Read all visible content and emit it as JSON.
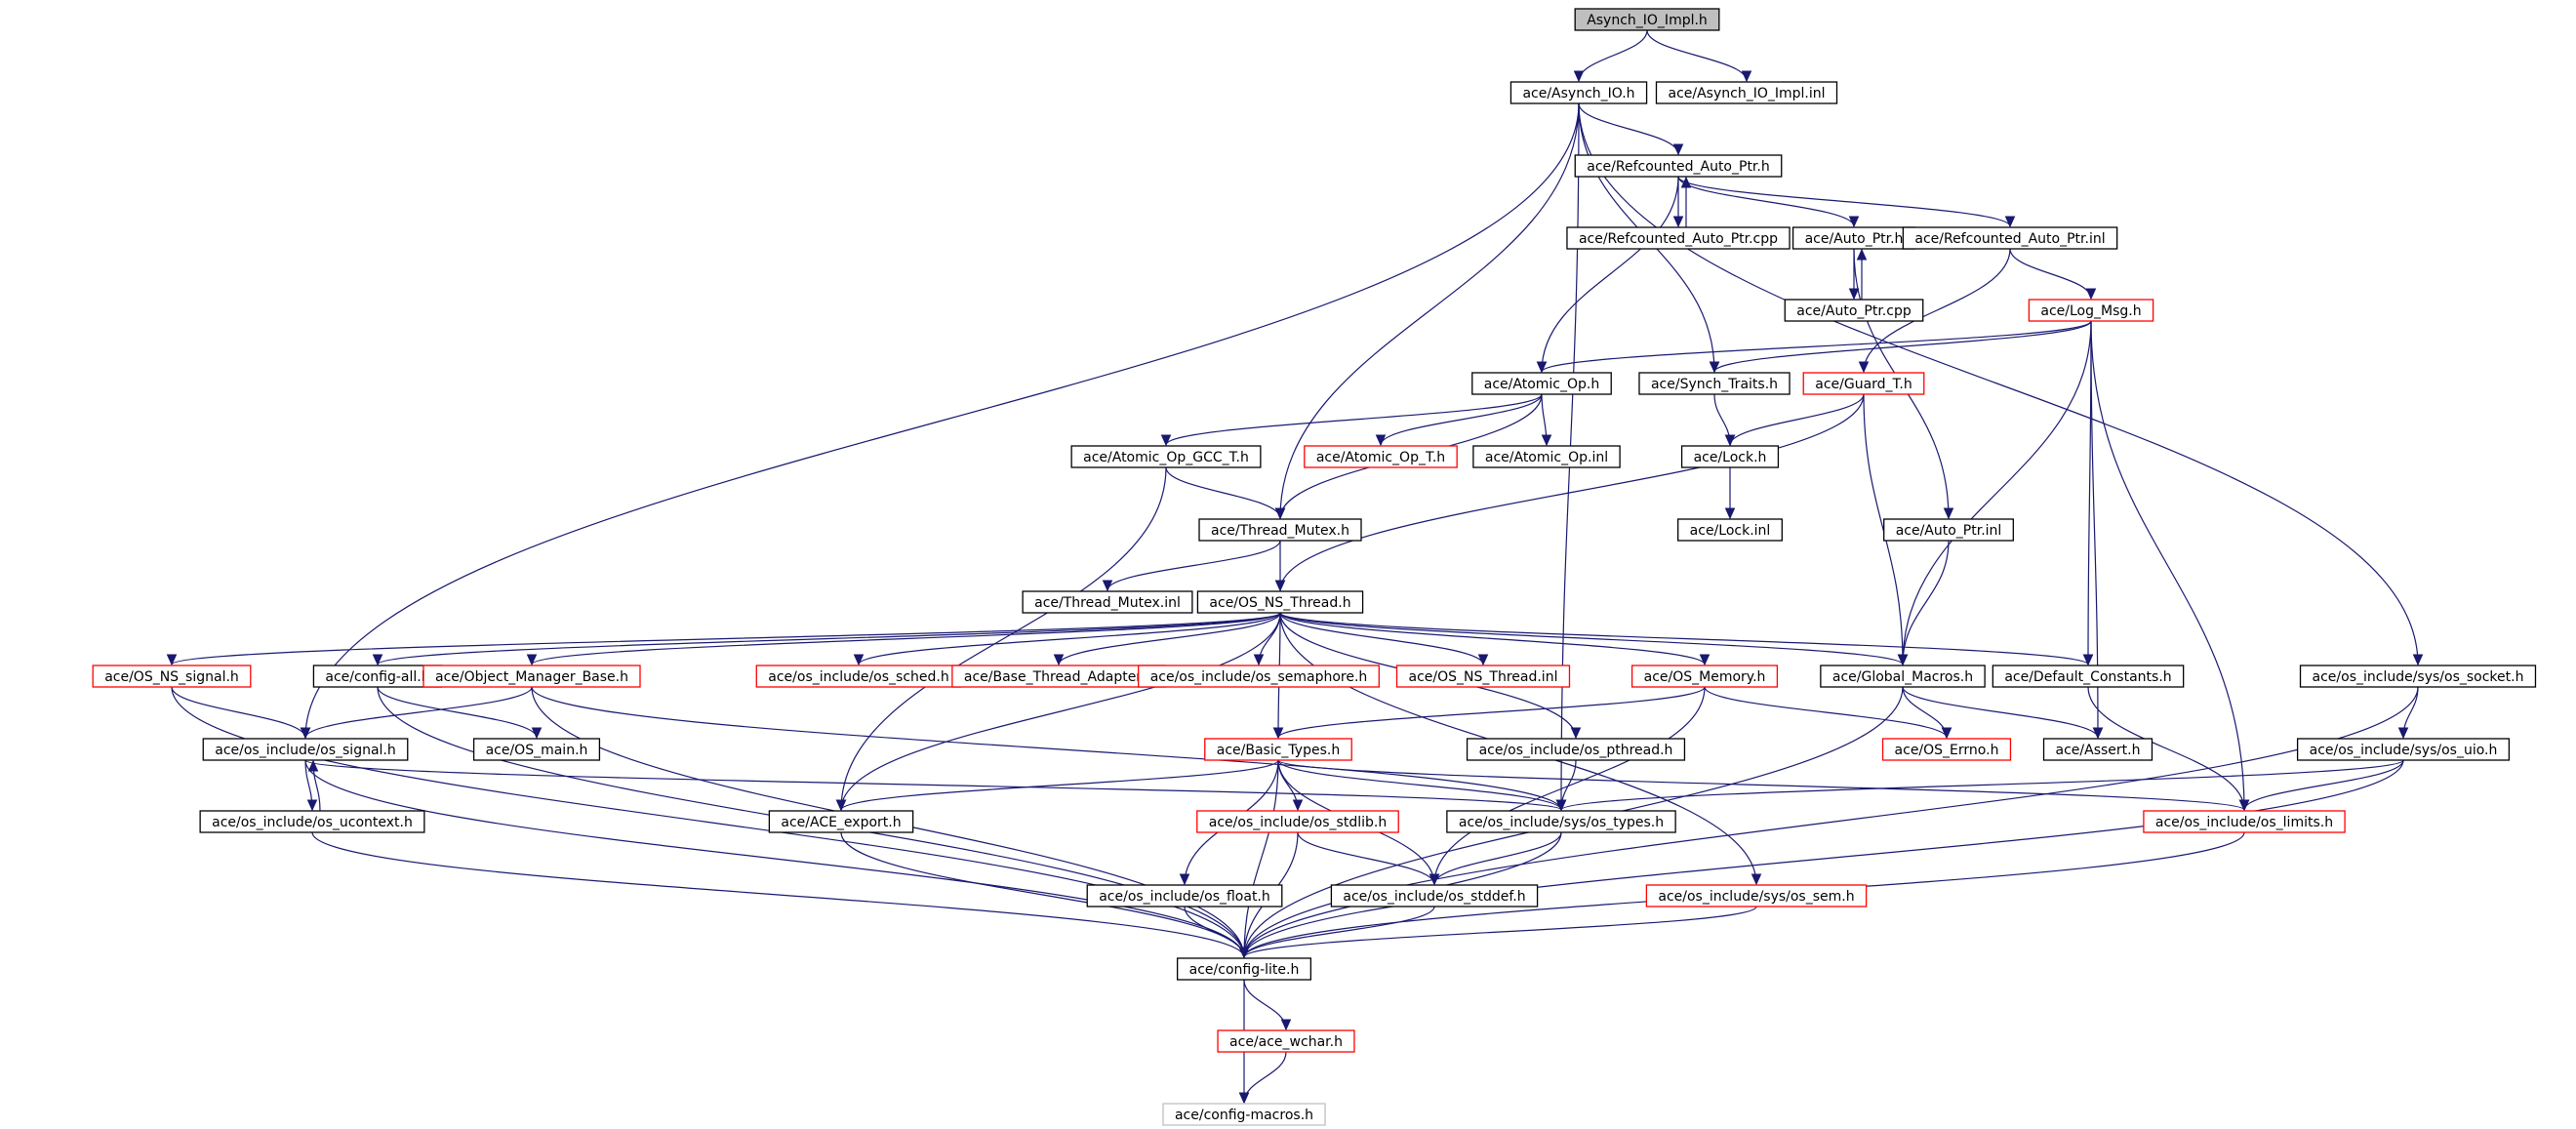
{
  "colors": {
    "edge": "#191970",
    "incomplete_border": "#ff0000",
    "root_fill": "#bfbfbf",
    "grey_border": "#bfbfbf"
  },
  "nodes": {
    "n0": {
      "label": "Asynch_IO_Impl.h",
      "kind": "root"
    },
    "n1": {
      "label": "ace/Asynch_IO.h",
      "kind": "normal"
    },
    "n2": {
      "label": "ace/Asynch_IO_Impl.inl",
      "kind": "normal"
    },
    "n3": {
      "label": "ace/Refcounted_Auto_Ptr.h",
      "kind": "normal"
    },
    "n4": {
      "label": "ace/Refcounted_Auto_Ptr.cpp",
      "kind": "normal"
    },
    "n5": {
      "label": "ace/Auto_Ptr.h",
      "kind": "normal"
    },
    "n6": {
      "label": "ace/Refcounted_Auto_Ptr.inl",
      "kind": "normal"
    },
    "n7": {
      "label": "ace/Auto_Ptr.cpp",
      "kind": "normal"
    },
    "n8": {
      "label": "ace/Log_Msg.h",
      "kind": "incomplete"
    },
    "n9": {
      "label": "ace/Atomic_Op.h",
      "kind": "normal"
    },
    "n10": {
      "label": "ace/Synch_Traits.h",
      "kind": "normal"
    },
    "n11": {
      "label": "ace/Guard_T.h",
      "kind": "incomplete"
    },
    "n12": {
      "label": "ace/Atomic_Op_GCC_T.h",
      "kind": "normal"
    },
    "n13": {
      "label": "ace/Atomic_Op_T.h",
      "kind": "incomplete"
    },
    "n14": {
      "label": "ace/Atomic_Op.inl",
      "kind": "normal"
    },
    "n15": {
      "label": "ace/Lock.h",
      "kind": "normal"
    },
    "n16": {
      "label": "ace/Thread_Mutex.h",
      "kind": "normal"
    },
    "n17": {
      "label": "ace/Lock.inl",
      "kind": "normal"
    },
    "n18": {
      "label": "ace/Auto_Ptr.inl",
      "kind": "normal"
    },
    "n19": {
      "label": "ace/Thread_Mutex.inl",
      "kind": "normal"
    },
    "n20": {
      "label": "ace/OS_NS_Thread.h",
      "kind": "normal"
    },
    "n21": {
      "label": "ace/OS_NS_signal.h",
      "kind": "incomplete"
    },
    "n22": {
      "label": "ace/config-all.h",
      "kind": "normal"
    },
    "n23": {
      "label": "ace/Object_Manager_Base.h",
      "kind": "incomplete"
    },
    "n24": {
      "label": "ace/os_include/os_sched.h",
      "kind": "incomplete"
    },
    "n25": {
      "label": "ace/Base_Thread_Adapter.h",
      "kind": "incomplete"
    },
    "n26": {
      "label": "ace/os_include/os_semaphore.h",
      "kind": "incomplete"
    },
    "n27": {
      "label": "ace/OS_NS_Thread.inl",
      "kind": "incomplete"
    },
    "n28": {
      "label": "ace/OS_Memory.h",
      "kind": "incomplete"
    },
    "n29": {
      "label": "ace/Global_Macros.h",
      "kind": "normal"
    },
    "n30": {
      "label": "ace/Default_Constants.h",
      "kind": "normal"
    },
    "n31": {
      "label": "ace/os_include/sys/os_socket.h",
      "kind": "normal"
    },
    "n32": {
      "label": "ace/os_include/os_signal.h",
      "kind": "normal"
    },
    "n33": {
      "label": "ace/OS_main.h",
      "kind": "normal"
    },
    "n34": {
      "label": "ace/Basic_Types.h",
      "kind": "incomplete"
    },
    "n35": {
      "label": "ace/os_include/os_pthread.h",
      "kind": "normal"
    },
    "n36": {
      "label": "ace/OS_Errno.h",
      "kind": "incomplete"
    },
    "n37": {
      "label": "ace/Assert.h",
      "kind": "normal"
    },
    "n38": {
      "label": "ace/os_include/sys/os_uio.h",
      "kind": "normal"
    },
    "n39": {
      "label": "ace/os_include/os_ucontext.h",
      "kind": "normal"
    },
    "n40": {
      "label": "ace/ACE_export.h",
      "kind": "normal"
    },
    "n41": {
      "label": "ace/os_include/os_stdlib.h",
      "kind": "incomplete"
    },
    "n42": {
      "label": "ace/os_include/sys/os_types.h",
      "kind": "normal"
    },
    "n43": {
      "label": "ace/os_include/os_limits.h",
      "kind": "incomplete"
    },
    "n44": {
      "label": "ace/os_include/os_float.h",
      "kind": "normal"
    },
    "n45": {
      "label": "ace/os_include/os_stddef.h",
      "kind": "normal"
    },
    "n46": {
      "label": "ace/os_include/sys/os_sem.h",
      "kind": "incomplete"
    },
    "n47": {
      "label": "ace/config-lite.h",
      "kind": "normal"
    },
    "n48": {
      "label": "ace/ace_wchar.h",
      "kind": "incomplete"
    },
    "n49": {
      "label": "ace/config-macros.h",
      "kind": "grey"
    }
  },
  "edges": [
    [
      "n0",
      "n1"
    ],
    [
      "n0",
      "n2"
    ],
    [
      "n1",
      "n3"
    ],
    [
      "n1",
      "n10"
    ],
    [
      "n1",
      "n16"
    ],
    [
      "n1",
      "n32"
    ],
    [
      "n1",
      "n31"
    ],
    [
      "n1",
      "n42"
    ],
    [
      "n3",
      "n4"
    ],
    [
      "n4",
      "n3"
    ],
    [
      "n3",
      "n5"
    ],
    [
      "n3",
      "n6"
    ],
    [
      "n3",
      "n9"
    ],
    [
      "n5",
      "n7"
    ],
    [
      "n7",
      "n5"
    ],
    [
      "n5",
      "n18"
    ],
    [
      "n6",
      "n8"
    ],
    [
      "n6",
      "n11"
    ],
    [
      "n8",
      "n9"
    ],
    [
      "n8",
      "n10"
    ],
    [
      "n8",
      "n29"
    ],
    [
      "n8",
      "n30"
    ],
    [
      "n8",
      "n37"
    ],
    [
      "n8",
      "n43"
    ],
    [
      "n9",
      "n12"
    ],
    [
      "n9",
      "n13"
    ],
    [
      "n9",
      "n14"
    ],
    [
      "n9",
      "n16"
    ],
    [
      "n10",
      "n15"
    ],
    [
      "n11",
      "n15"
    ],
    [
      "n11",
      "n20"
    ],
    [
      "n11",
      "n29"
    ],
    [
      "n12",
      "n16"
    ],
    [
      "n12",
      "n40"
    ],
    [
      "n15",
      "n17"
    ],
    [
      "n18",
      "n29"
    ],
    [
      "n16",
      "n19"
    ],
    [
      "n16",
      "n20"
    ],
    [
      "n20",
      "n21"
    ],
    [
      "n20",
      "n22"
    ],
    [
      "n20",
      "n23"
    ],
    [
      "n20",
      "n24"
    ],
    [
      "n20",
      "n25"
    ],
    [
      "n20",
      "n26"
    ],
    [
      "n20",
      "n27"
    ],
    [
      "n20",
      "n28"
    ],
    [
      "n20",
      "n29"
    ],
    [
      "n20",
      "n30"
    ],
    [
      "n20",
      "n34"
    ],
    [
      "n20",
      "n35"
    ],
    [
      "n20",
      "n40"
    ],
    [
      "n20",
      "n46"
    ],
    [
      "n21",
      "n32"
    ],
    [
      "n21",
      "n47"
    ],
    [
      "n22",
      "n33"
    ],
    [
      "n22",
      "n47"
    ],
    [
      "n23",
      "n32"
    ],
    [
      "n23",
      "n42"
    ],
    [
      "n23",
      "n47"
    ],
    [
      "n28",
      "n34"
    ],
    [
      "n28",
      "n36"
    ],
    [
      "n28",
      "n45"
    ],
    [
      "n29",
      "n36"
    ],
    [
      "n29",
      "n37"
    ],
    [
      "n29",
      "n47"
    ],
    [
      "n30",
      "n43"
    ],
    [
      "n31",
      "n38"
    ],
    [
      "n31",
      "n47"
    ],
    [
      "n32",
      "n39"
    ],
    [
      "n39",
      "n32"
    ],
    [
      "n32",
      "n42"
    ],
    [
      "n32",
      "n47"
    ],
    [
      "n34",
      "n40"
    ],
    [
      "n34",
      "n41"
    ],
    [
      "n34",
      "n42"
    ],
    [
      "n34",
      "n43"
    ],
    [
      "n34",
      "n44"
    ],
    [
      "n34",
      "n45"
    ],
    [
      "n34",
      "n47"
    ],
    [
      "n35",
      "n42"
    ],
    [
      "n38",
      "n42"
    ],
    [
      "n38",
      "n43"
    ],
    [
      "n38",
      "n47"
    ],
    [
      "n39",
      "n47"
    ],
    [
      "n40",
      "n47"
    ],
    [
      "n41",
      "n45"
    ],
    [
      "n41",
      "n47"
    ],
    [
      "n42",
      "n45"
    ],
    [
      "n42",
      "n47"
    ],
    [
      "n43",
      "n47"
    ],
    [
      "n44",
      "n47"
    ],
    [
      "n45",
      "n47"
    ],
    [
      "n46",
      "n47"
    ],
    [
      "n47",
      "n48"
    ],
    [
      "n47",
      "n49"
    ],
    [
      "n48",
      "n49"
    ]
  ]
}
